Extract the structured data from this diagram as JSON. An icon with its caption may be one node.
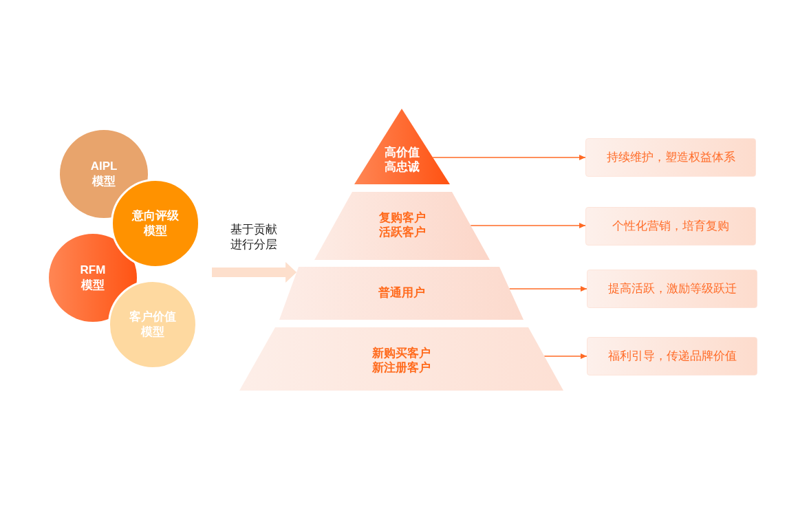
{
  "diagram": {
    "nodes": [
      {
        "text": [
          "AIPL模型"
        ]
      },
      {
        "text": [
          "意向评级模型"
        ]
      },
      {
        "text": [
          "RFM模型"
        ]
      },
      {
        "text": [
          "客户价值模型"
        ]
      },
      {
        "text": [
          "高价值高忠诚"
        ]
      },
      {
        "text": [
          "复购客户活跃客户"
        ]
      },
      {
        "text": [
          "普通用户"
        ]
      },
      {
        "text": [
          "新购买客户新注册客户"
        ]
      },
      {
        "text": [
          "持续维护，塑造权益体系"
        ]
      },
      {
        "text": [
          "个性化营销，培育复购"
        ]
      },
      {
        "text": [
          "提高活跃，激励等级跃迁"
        ]
      },
      {
        "text": [
          "福利引导，传递品牌价值"
        ]
      }
    ],
    "edges": [
      {
        "from": null,
        "to": 6,
        "arrow": "to",
        "label": "基于贡献进行分层",
        "style": "thick",
        "color": "#fddfcc"
      },
      {
        "from": 4,
        "to": 8,
        "arrow": "to"
      },
      {
        "from": 5,
        "to": 9,
        "arrow": "to"
      },
      {
        "from": 6,
        "to": 10,
        "arrow": "to"
      },
      {
        "from": 7,
        "to": 11,
        "arrow": "to"
      }
    ]
  }
}
